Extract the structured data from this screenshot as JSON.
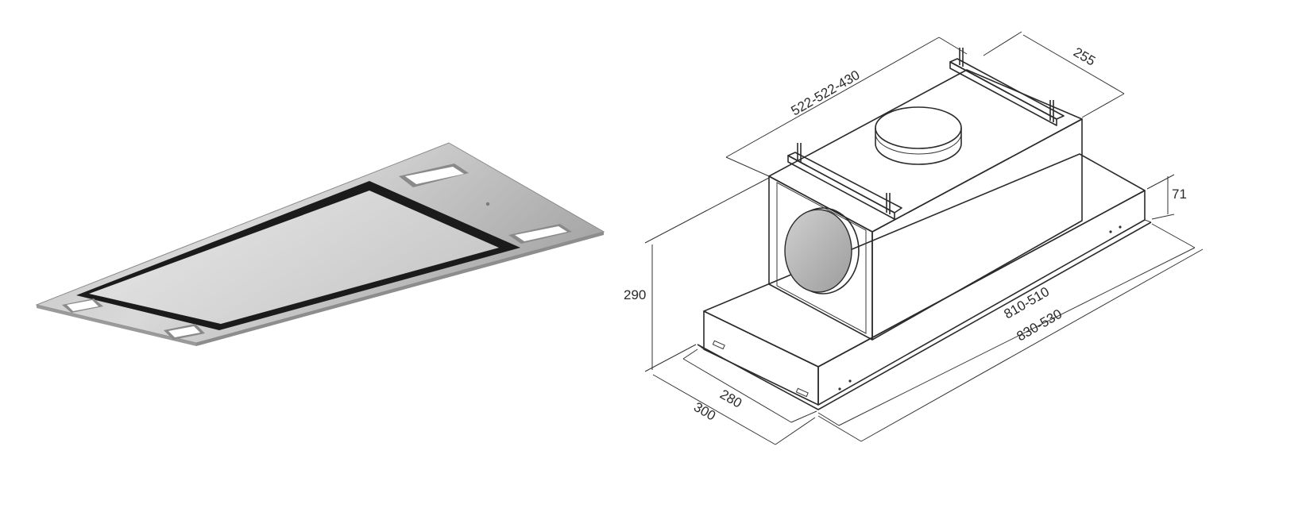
{
  "dimensions": {
    "top_depth": "522-522-430",
    "top_right": "255",
    "height": "290",
    "step_height": "71",
    "inner_width": "810-510",
    "outer_width": "830-530",
    "inner_depth": "280",
    "outer_depth": "300"
  },
  "colors": {
    "line": "#2b2b2b",
    "steel_light": "#c9c9c9",
    "steel_dark": "#9a9a9a",
    "glass_panel": "#dcdcdc",
    "glass_frame": "#1b1b1b",
    "led": "#ffffff"
  }
}
